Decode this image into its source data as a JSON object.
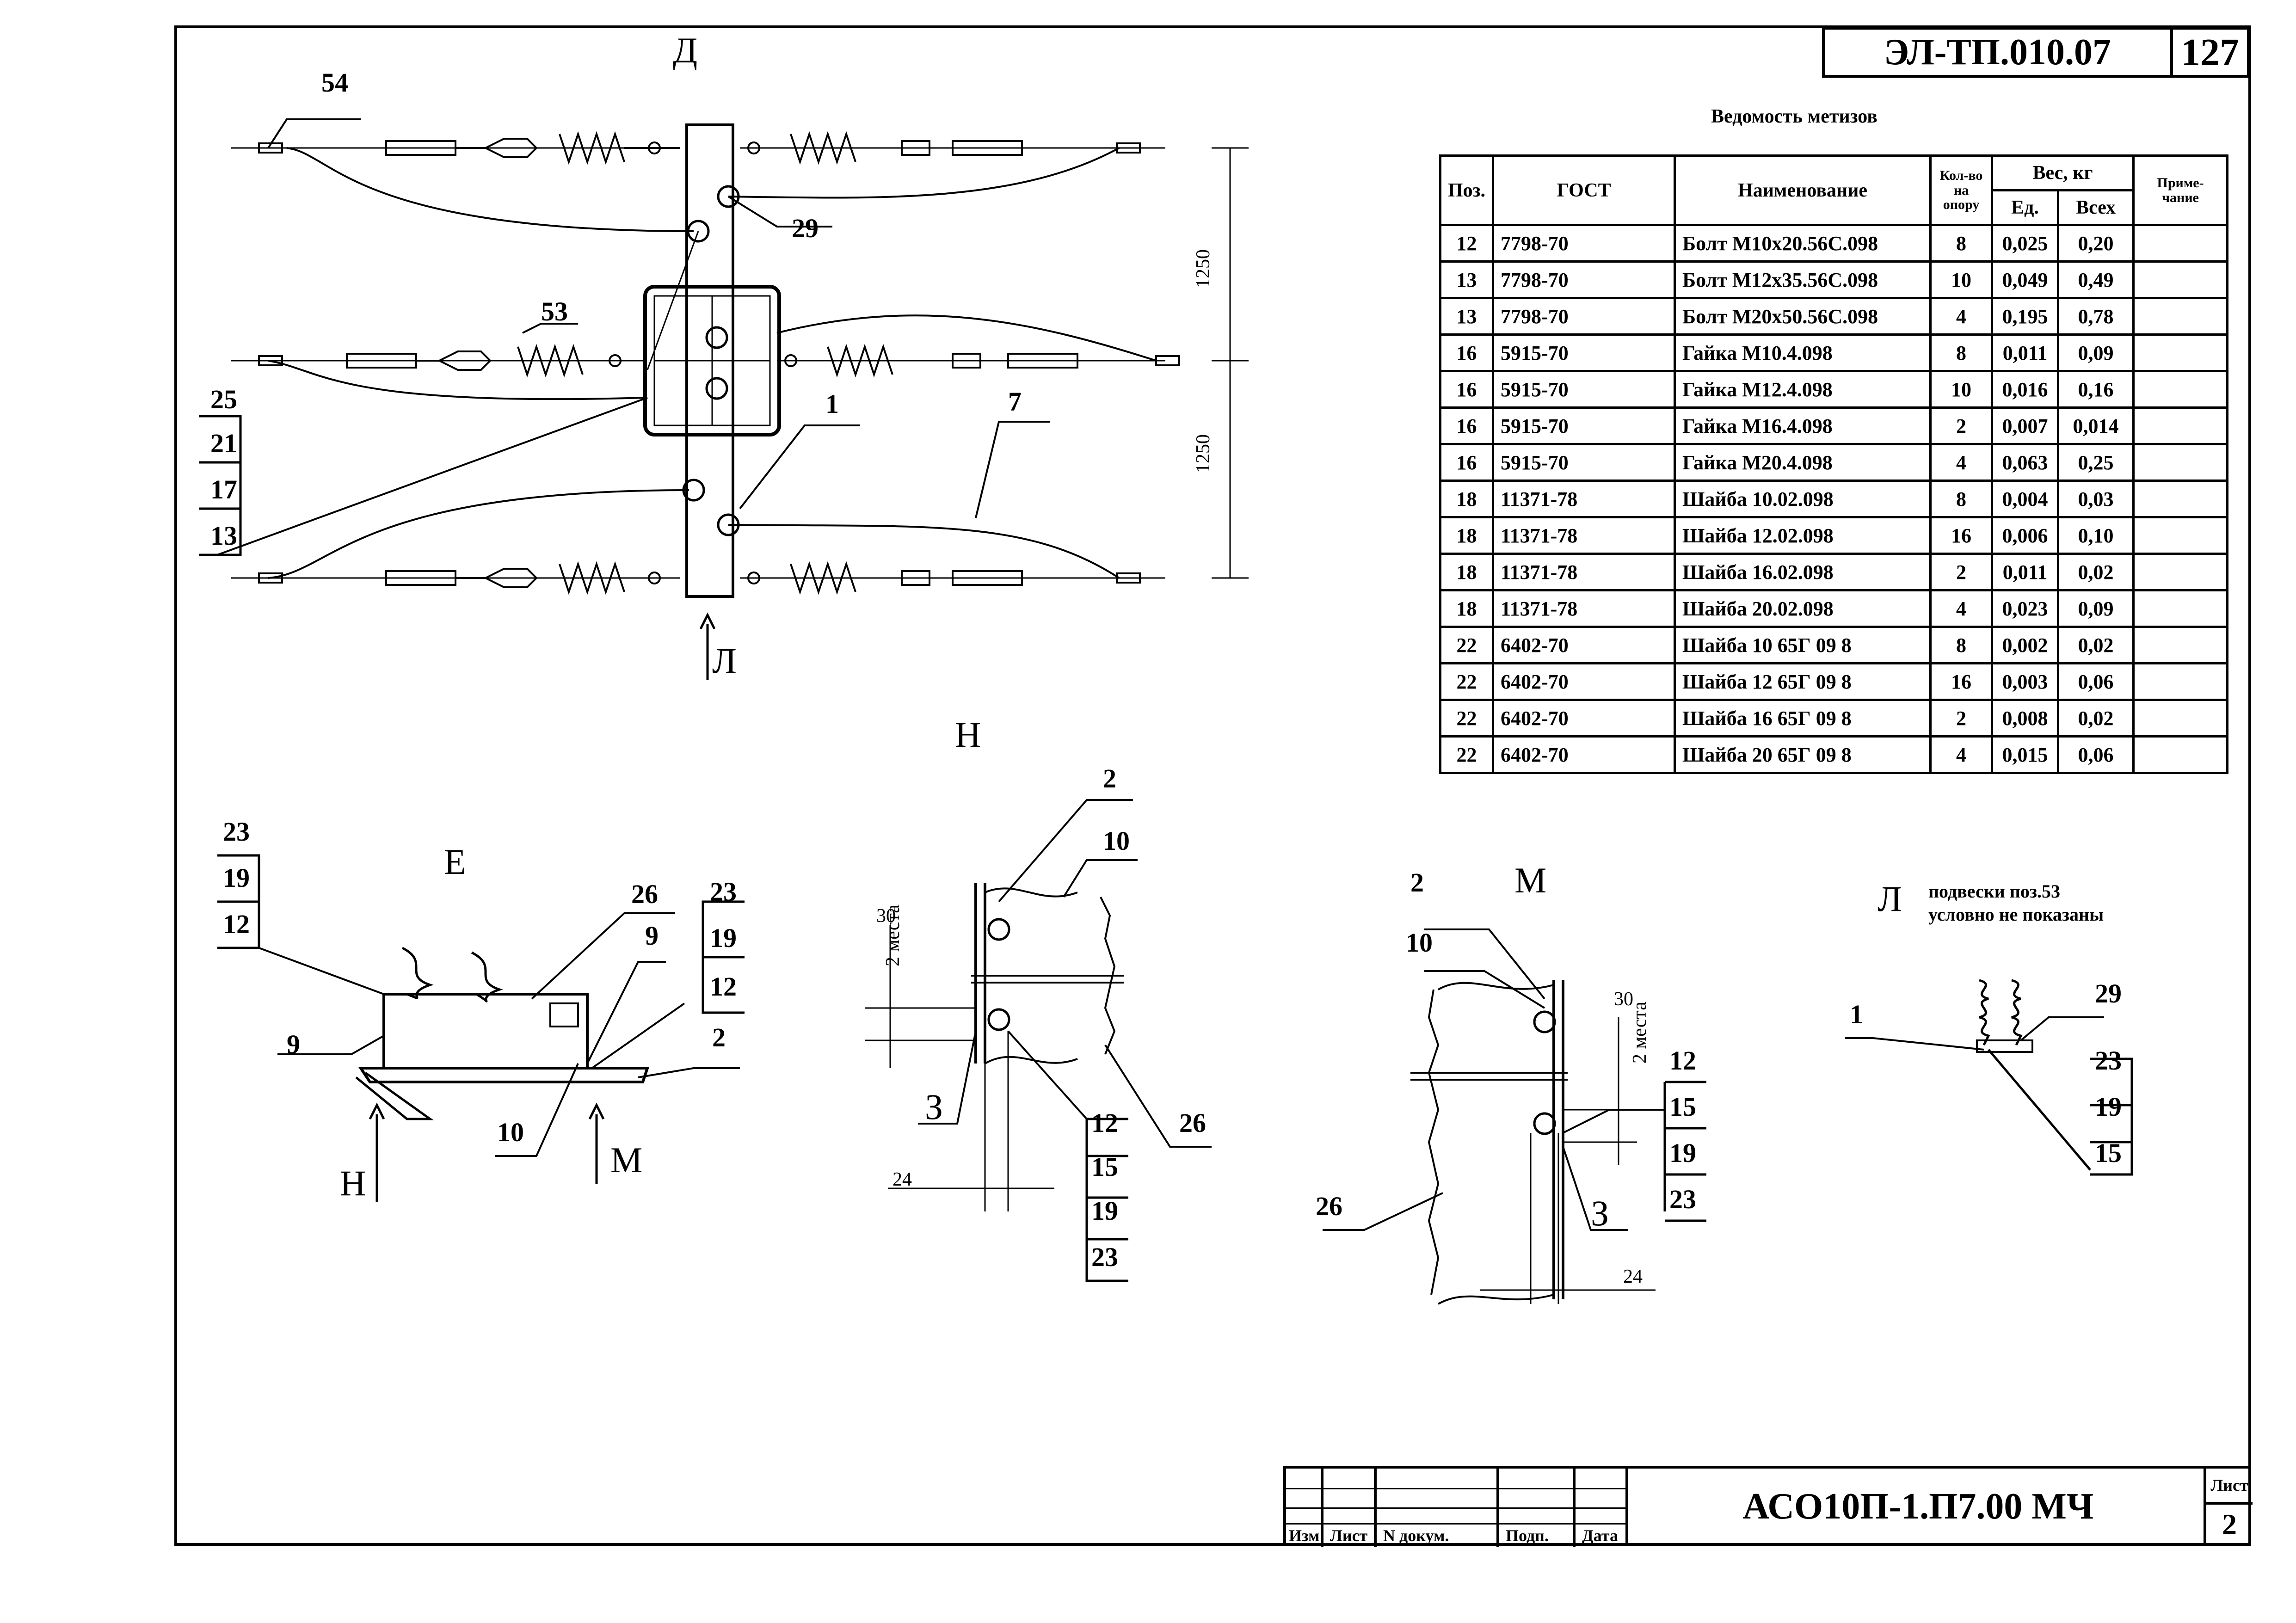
{
  "header": {
    "doc_code": "ЭЛ-ТП.010.07",
    "page_number": "127"
  },
  "table": {
    "title": "Ведомость метизов",
    "headers": {
      "pos": "Поз.",
      "gost": "ГОСТ",
      "name": "Наименование",
      "qty": "Кол-во на опору",
      "weight": "Вес, кг",
      "unit": "Ед.",
      "total": "Всех",
      "note": "Приме- чание"
    },
    "rows": [
      [
        "12",
        "7798-70",
        "Болт М10х20.56С.098",
        "8",
        "0,025",
        "0,20",
        ""
      ],
      [
        "13",
        "7798-70",
        "Болт М12х35.56С.098",
        "10",
        "0,049",
        "0,49",
        ""
      ],
      [
        "13",
        "7798-70",
        "Болт М20х50.56С.098",
        "4",
        "0,195",
        "0,78",
        ""
      ],
      [
        "16",
        "5915-70",
        "Гайка М10.4.098",
        "8",
        "0,011",
        "0,09",
        ""
      ],
      [
        "16",
        "5915-70",
        "Гайка М12.4.098",
        "10",
        "0,016",
        "0,16",
        ""
      ],
      [
        "16",
        "5915-70",
        "Гайка М16.4.098",
        "2",
        "0,007",
        "0,014",
        ""
      ],
      [
        "16",
        "5915-70",
        "Гайка М20.4.098",
        "4",
        "0,063",
        "0,25",
        ""
      ],
      [
        "18",
        "11371-78",
        "Шайба 10.02.098",
        "8",
        "0,004",
        "0,03",
        ""
      ],
      [
        "18",
        "11371-78",
        "Шайба 12.02.098",
        "16",
        "0,006",
        "0,10",
        ""
      ],
      [
        "18",
        "11371-78",
        "Шайба 16.02.098",
        "2",
        "0,011",
        "0,02",
        ""
      ],
      [
        "18",
        "11371-78",
        "Шайба 20.02.098",
        "4",
        "0,023",
        "0,09",
        ""
      ],
      [
        "22",
        "6402-70",
        "Шайба 10 65Г 09 8",
        "8",
        "0,002",
        "0,02",
        ""
      ],
      [
        "22",
        "6402-70",
        "Шайба 12 65Г 09 8",
        "16",
        "0,003",
        "0,06",
        ""
      ],
      [
        "22",
        "6402-70",
        "Шайба 16 65Г 09 8",
        "2",
        "0,008",
        "0,02",
        ""
      ],
      [
        "22",
        "6402-70",
        "Шайба 20 65Г 09 8",
        "4",
        "0,015",
        "0,06",
        ""
      ]
    ]
  },
  "views": {
    "d": "Д",
    "e": "Е",
    "n_view": "Н",
    "m_view": "М",
    "l_view": "Л",
    "arrow_l": "Л",
    "arrow_n": "Н",
    "arrow_m": "М",
    "z1": "З",
    "z2": "З"
  },
  "dimensions": {
    "d1": "1250",
    "d2": "1250",
    "n_30": "30",
    "n_places": "2 места",
    "n_24": "24",
    "m_30": "30",
    "m_places": "2 места",
    "m_24": "24"
  },
  "note_l": {
    "line1": "подвески поз.53",
    "line2": "условно не показаны"
  },
  "callouts": {
    "d": [
      "54",
      "29",
      "53",
      "25",
      "21",
      "17",
      "13",
      "1",
      "7"
    ],
    "e": [
      "23",
      "19",
      "12",
      "26",
      "9",
      "23",
      "19",
      "12",
      "9",
      "2",
      "10"
    ],
    "n": [
      "2",
      "10",
      "12",
      "15",
      "19",
      "23",
      "26"
    ],
    "m": [
      "2",
      "10",
      "12",
      "15",
      "19",
      "23",
      "26"
    ],
    "l": [
      "1",
      "29",
      "23",
      "19",
      "15"
    ]
  },
  "title_block": {
    "headers": [
      "Изм",
      "Лист",
      "N докум.",
      "Подп.",
      "Дата"
    ],
    "designation": "АСО10П-1.П7.00 МЧ",
    "sheet_label": "Лист",
    "sheet_number": "2"
  },
  "colors": {
    "ink": "#000000",
    "paper": "#ffffff"
  }
}
